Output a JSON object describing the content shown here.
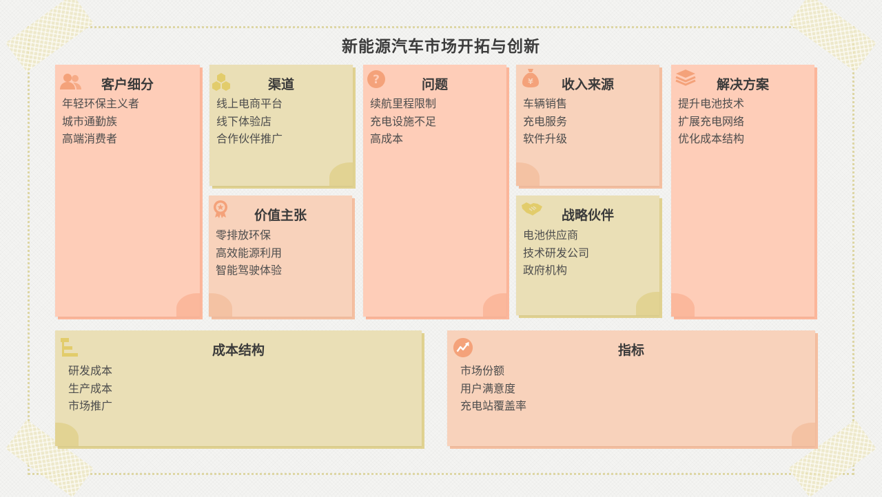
{
  "title": "新能源汽车市场开拓与创新",
  "colors": {
    "salmon": "#fecdb8",
    "peach": "#f8d2bb",
    "khaki": "#eadfb6",
    "icon_orange": "#f4a27a",
    "icon_gold": "#e2cc6b",
    "border_dots": "#ddd6a4"
  },
  "cards": {
    "customer": {
      "title": "客户细分",
      "icon": "users-icon",
      "items": [
        "年轻环保主义者",
        "城市通勤族",
        "高端消费者"
      ]
    },
    "channels": {
      "title": "渠道",
      "icon": "hexagons-icon",
      "items": [
        "线上电商平台",
        "线下体验店",
        "合作伙伴推广"
      ]
    },
    "value": {
      "title": "价值主张",
      "icon": "medal-icon",
      "items": [
        "零排放环保",
        "高效能源利用",
        "智能驾驶体验"
      ]
    },
    "problem": {
      "title": "问题",
      "icon": "question-icon",
      "items": [
        "续航里程限制",
        "充电设施不足",
        "高成本"
      ]
    },
    "revenue": {
      "title": "收入来源",
      "icon": "money-bag-icon",
      "items": [
        "车辆销售",
        "充电服务",
        "软件升级"
      ]
    },
    "partners": {
      "title": "战略伙伴",
      "icon": "handshake-icon",
      "items": [
        "电池供应商",
        "技术研发公司",
        "政府机构"
      ]
    },
    "solution": {
      "title": "解决方案",
      "icon": "layers-icon",
      "items": [
        "提升电池技术",
        "扩展充电网络",
        "优化成本结构"
      ]
    },
    "cost": {
      "title": "成本结构",
      "icon": "hierarchy-icon",
      "items": [
        "研发成本",
        "生产成本",
        "市场推广"
      ]
    },
    "metrics": {
      "title": "指标",
      "icon": "trend-up-icon",
      "items": [
        "市场份额",
        "用户满意度",
        "充电站覆盖率"
      ]
    }
  }
}
